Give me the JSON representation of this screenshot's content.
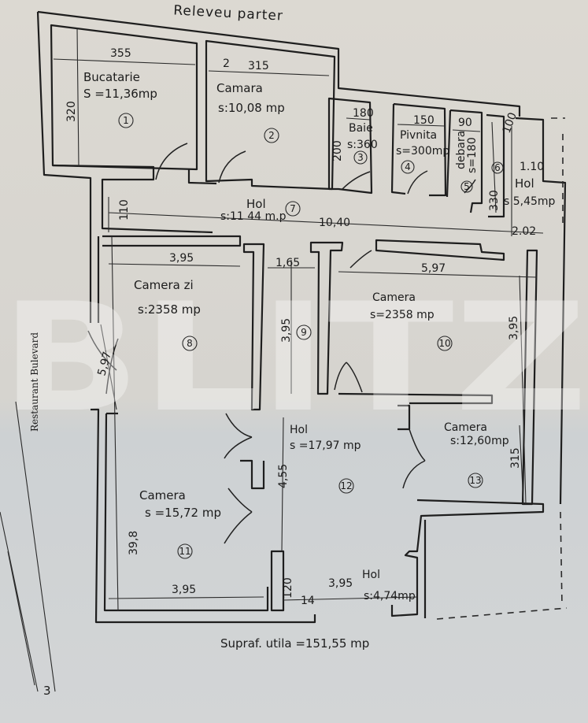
{
  "title": "Releveu parter",
  "footer": "Supraf. utila =151,55 mp",
  "street_label": "Restaurant Bulevard",
  "corner_mark": "3",
  "watermark": "BLITZ",
  "colors": {
    "paper_top": "#d8d5cf",
    "paper_bottom": "#cfd2d4",
    "ink": "#1e1e1e"
  },
  "rooms": [
    {
      "no": "1",
      "name": "Bucatarie",
      "area": "S =11,36mp",
      "dims": [
        "355",
        "320"
      ]
    },
    {
      "no": "2",
      "name": "Camara",
      "area": "s:10,08 mp",
      "dims": [
        "2",
        "315"
      ]
    },
    {
      "no": "3",
      "name": "Baie",
      "area": "s:360",
      "dims": [
        "180",
        "200"
      ]
    },
    {
      "no": "4",
      "name": "Pivnita",
      "area": "s=300mp",
      "dims": [
        "150"
      ]
    },
    {
      "no": "5",
      "name": "debara",
      "area": "s=180",
      "dims": [
        "90"
      ]
    },
    {
      "no": "6",
      "name": "Hol",
      "area": "s 5,45mp",
      "dims": [
        "100",
        "1.10",
        "330",
        "2.02"
      ]
    },
    {
      "no": "7",
      "name": "Hol",
      "area": "s:11 44 m.p",
      "dims": [
        "110",
        "10,40"
      ]
    },
    {
      "no": "8",
      "name": "Camera zi",
      "area": "s:2358 mp",
      "dims": [
        "3,95",
        "5,97"
      ]
    },
    {
      "no": "9",
      "name": "",
      "area": "",
      "dims": [
        "1,65",
        "3,95"
      ]
    },
    {
      "no": "10",
      "name": "Camera",
      "area": "s=2358 mp",
      "dims": [
        "5,97",
        "3,95"
      ]
    },
    {
      "no": "11",
      "name": "Camera",
      "area": "s =15,72 mp",
      "dims": [
        "39,8",
        "3,95"
      ]
    },
    {
      "no": "12",
      "name": "Hol",
      "area": "s =17,97 mp",
      "dims": [
        "4,55"
      ]
    },
    {
      "no": "13",
      "name": "Camera",
      "area": "s:12,60mp",
      "dims": [
        "315"
      ]
    },
    {
      "no": "14",
      "name": "Hol",
      "area": "s:4,74mp",
      "dims": [
        "3,95",
        "120"
      ]
    }
  ]
}
